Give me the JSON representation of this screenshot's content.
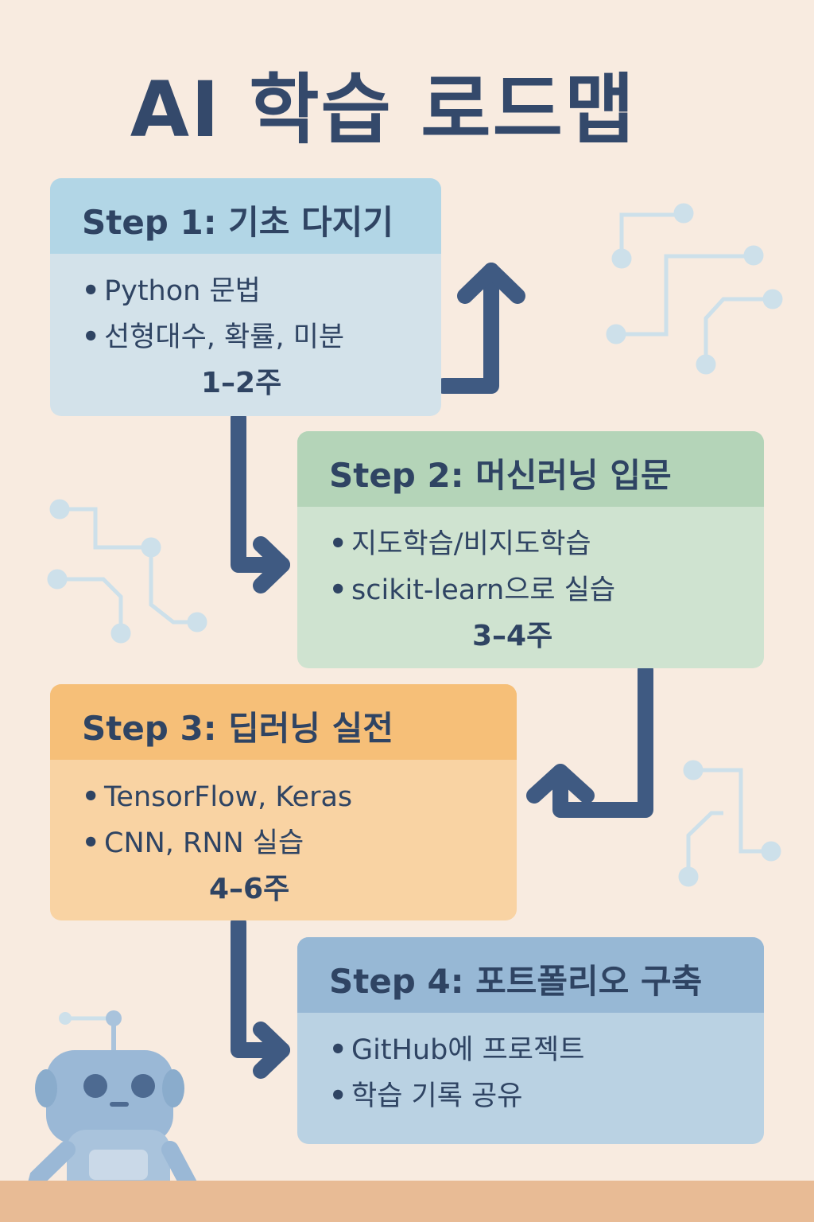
{
  "title": "AI 학습 로드맵",
  "colors": {
    "background": "#f8ebe0",
    "title": "#34496b",
    "arrow": "#3f5a82",
    "circuit": "#cde0ea",
    "floor": "#e8bb95",
    "robot": "#9ab8d6"
  },
  "steps": [
    {
      "title": "Step 1: 기초 다지기",
      "items": [
        "Python 문법",
        "선형대수, 확률, 미분"
      ],
      "duration": "1–2주",
      "header_color": "#b2d6e6",
      "body_color": "#d3e2ea"
    },
    {
      "title": "Step 2: 머신러닝 입문",
      "items": [
        "지도학습/비지도학습",
        "scikit-learn으로 실습"
      ],
      "duration": "3–4주",
      "header_color": "#b4d4b8",
      "body_color": "#cfe3d0"
    },
    {
      "title": "Step 3: 딥러닝 실전",
      "items": [
        "TensorFlow, Keras",
        "CNN, RNN 실습"
      ],
      "duration": "4–6주",
      "header_color": "#f6bf78",
      "body_color": "#f9d3a3"
    },
    {
      "title": "Step 4: 포트폴리오 구축",
      "items": [
        "GitHub에 프로젝트",
        "학습 기록 공유"
      ],
      "duration": "",
      "header_color": "#97b8d5",
      "body_color": "#bad2e3"
    }
  ],
  "bullet": "•",
  "decorations": [
    "circuit-lines",
    "robot-mascot"
  ]
}
